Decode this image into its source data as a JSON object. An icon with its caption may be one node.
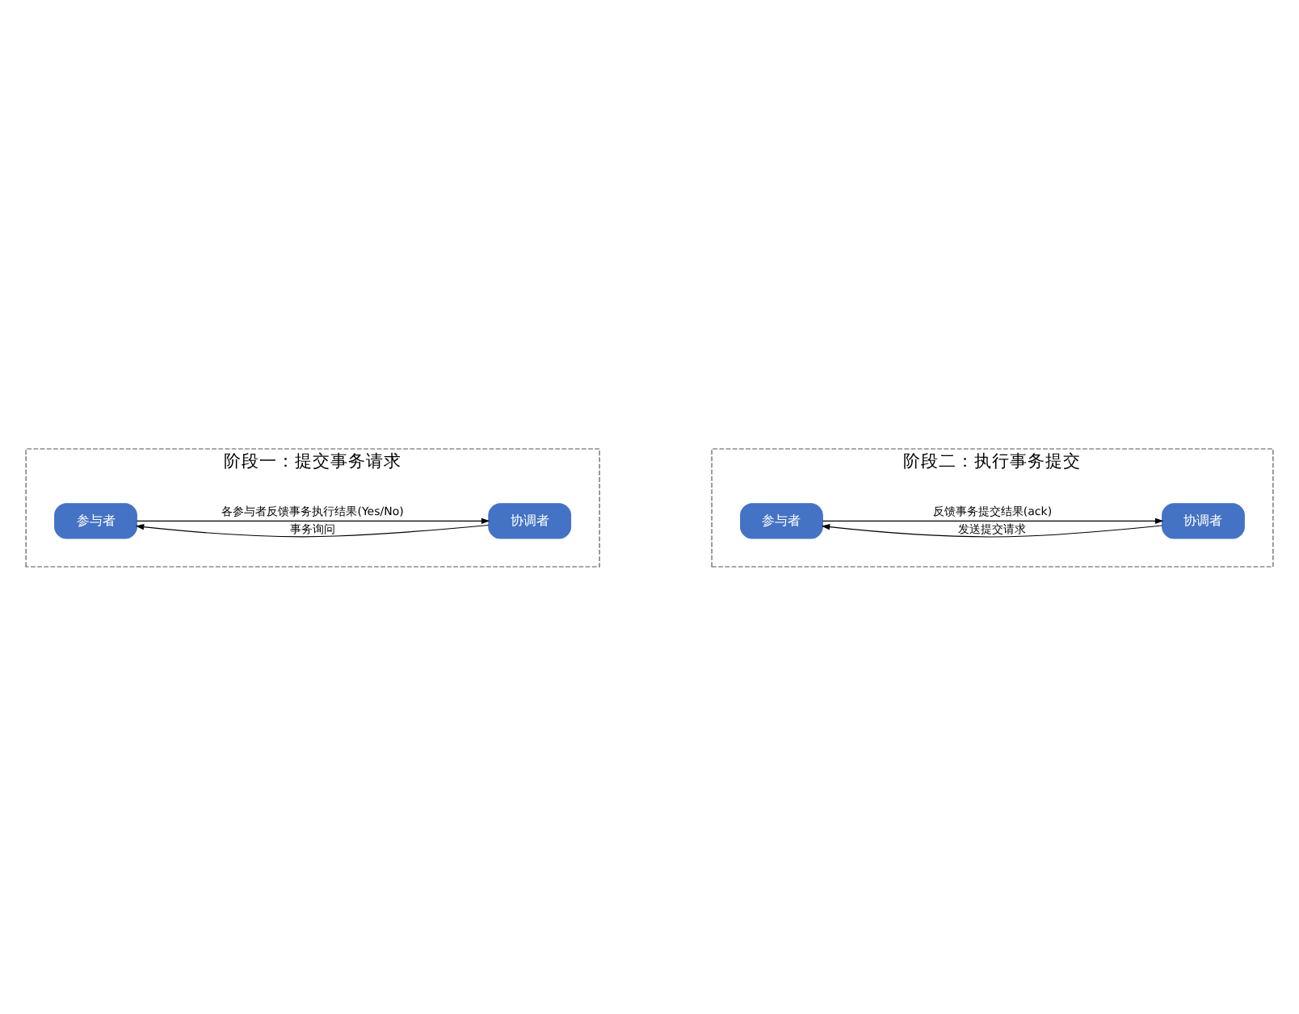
{
  "diagram": {
    "nodes": [
      {
        "text": [
          "阶段一：提交事务请求"
        ]
      },
      {
        "text": [
          "协调者"
        ],
        "in": 0
      },
      {
        "text": [
          "参与者"
        ],
        "in": 0
      },
      {
        "text": [
          "阶段二：执行事务提交"
        ]
      },
      {
        "text": [
          "协调者"
        ],
        "in": 3
      },
      {
        "text": [
          "参与者"
        ],
        "in": 3
      }
    ],
    "edges": [
      {
        "from": 1,
        "to": 2,
        "arrow": "to",
        "label": "事务询问"
      },
      {
        "from": 2,
        "to": 1,
        "arrow": "to",
        "label": "各参与者反馈事务执行结果(Yes/No)"
      },
      {
        "from": 4,
        "to": 5,
        "arrow": "to",
        "label": "发送提交请求"
      },
      {
        "from": 5,
        "to": 4,
        "arrow": "to",
        "label": "反馈事务提交结果(ack)"
      }
    ]
  }
}
